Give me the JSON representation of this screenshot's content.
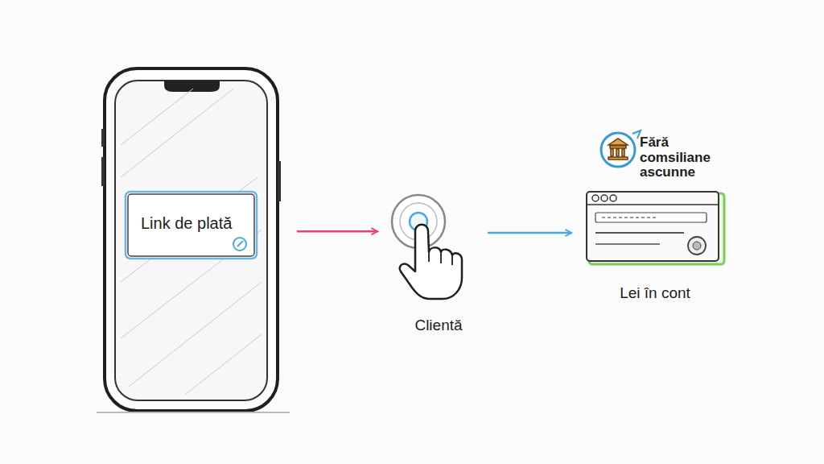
{
  "diagram": {
    "nodes": [
      {
        "text": [
          "Link de plată"
        ]
      },
      {
        "text": [
          "Clientă"
        ]
      },
      {
        "text": [
          "Lei în cont"
        ]
      }
    ],
    "edges": [
      {
        "from": 0,
        "to": 1,
        "arrow": "to"
      },
      {
        "from": 1,
        "to": 2,
        "arrow": "to"
      }
    ],
    "labels": [
      "Fără comsiliane ascunne"
    ]
  }
}
